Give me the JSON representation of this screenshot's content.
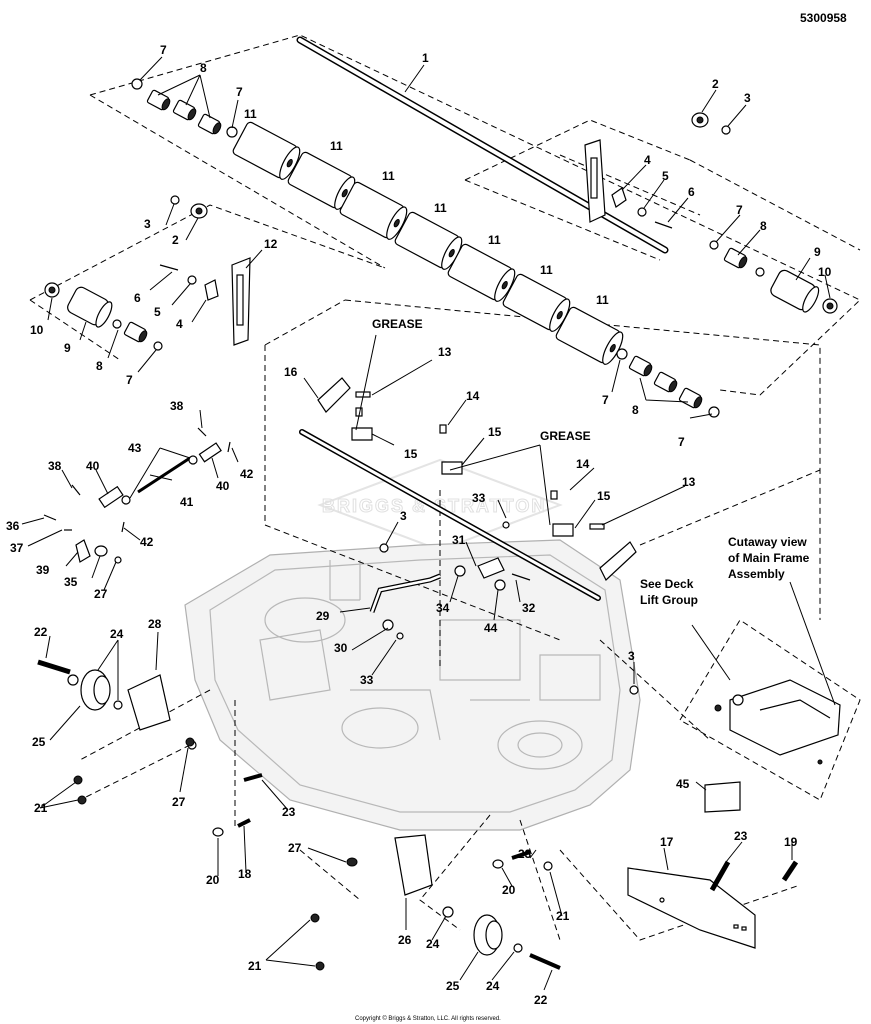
{
  "document": {
    "number": "5300958",
    "copyright": "Copyright © Briggs & Stratton, LLC. All rights reserved.",
    "watermark": "BRIGGS & STRATTON"
  },
  "notes": {
    "grease_1": "GREASE",
    "grease_2": "GREASE",
    "see_deck_line1": "See Deck",
    "see_deck_line2": "Lift Group",
    "cutaway_line1": "Cutaway view",
    "cutaway_line2": "of Main Frame",
    "cutaway_line3": "Assembly"
  },
  "callouts": [
    {
      "id": "c-1",
      "text": "1"
    },
    {
      "id": "c-2a",
      "text": "2"
    },
    {
      "id": "c-3a",
      "text": "3"
    },
    {
      "id": "c-4a",
      "text": "4"
    },
    {
      "id": "c-5a",
      "text": "5"
    },
    {
      "id": "c-6a",
      "text": "6"
    },
    {
      "id": "c-7a",
      "text": "7"
    },
    {
      "id": "c-8a",
      "text": "8"
    },
    {
      "id": "c-7b",
      "text": "7"
    },
    {
      "id": "c-11a",
      "text": "11"
    },
    {
      "id": "c-11b",
      "text": "11"
    },
    {
      "id": "c-11c",
      "text": "11"
    },
    {
      "id": "c-11d",
      "text": "11"
    },
    {
      "id": "c-11e",
      "text": "11"
    },
    {
      "id": "c-11f",
      "text": "11"
    },
    {
      "id": "c-11g",
      "text": "11"
    },
    {
      "id": "c-7c",
      "text": "7"
    },
    {
      "id": "c-8b",
      "text": "8"
    },
    {
      "id": "c-9a",
      "text": "9"
    },
    {
      "id": "c-10a",
      "text": "10"
    },
    {
      "id": "c-3b",
      "text": "3"
    },
    {
      "id": "c-2b",
      "text": "2"
    },
    {
      "id": "c-12",
      "text": "12"
    },
    {
      "id": "c-6b",
      "text": "6"
    },
    {
      "id": "c-5b",
      "text": "5"
    },
    {
      "id": "c-4b",
      "text": "4"
    },
    {
      "id": "c-10b",
      "text": "10"
    },
    {
      "id": "c-9b",
      "text": "9"
    },
    {
      "id": "c-8c",
      "text": "8"
    },
    {
      "id": "c-7d",
      "text": "7"
    },
    {
      "id": "c-7e",
      "text": "7"
    },
    {
      "id": "c-8d",
      "text": "8"
    },
    {
      "id": "c-7f",
      "text": "7"
    },
    {
      "id": "c-13a",
      "text": "13"
    },
    {
      "id": "c-16",
      "text": "16"
    },
    {
      "id": "c-14a",
      "text": "14"
    },
    {
      "id": "c-15a",
      "text": "15"
    },
    {
      "id": "c-15b",
      "text": "15"
    },
    {
      "id": "c-14b",
      "text": "14"
    },
    {
      "id": "c-15c",
      "text": "15"
    },
    {
      "id": "c-13b",
      "text": "13"
    },
    {
      "id": "c-33a",
      "text": "33"
    },
    {
      "id": "c-38a",
      "text": "38"
    },
    {
      "id": "c-43",
      "text": "43"
    },
    {
      "id": "c-40a",
      "text": "40"
    },
    {
      "id": "c-42a",
      "text": "42"
    },
    {
      "id": "c-38b",
      "text": "38"
    },
    {
      "id": "c-40b",
      "text": "40"
    },
    {
      "id": "c-41",
      "text": "41"
    },
    {
      "id": "c-36",
      "text": "36"
    },
    {
      "id": "c-37",
      "text": "37"
    },
    {
      "id": "c-42b",
      "text": "42"
    },
    {
      "id": "c-39",
      "text": "39"
    },
    {
      "id": "c-35",
      "text": "35"
    },
    {
      "id": "c-27a",
      "text": "27"
    },
    {
      "id": "c-3c",
      "text": "3"
    },
    {
      "id": "c-31",
      "text": "31"
    },
    {
      "id": "c-29",
      "text": "29"
    },
    {
      "id": "c-34",
      "text": "34"
    },
    {
      "id": "c-32",
      "text": "32"
    },
    {
      "id": "c-44",
      "text": "44"
    },
    {
      "id": "c-30",
      "text": "30"
    },
    {
      "id": "c-33b",
      "text": "33"
    },
    {
      "id": "c-3d",
      "text": "3"
    },
    {
      "id": "c-22a",
      "text": "22"
    },
    {
      "id": "c-24a",
      "text": "24"
    },
    {
      "id": "c-28",
      "text": "28"
    },
    {
      "id": "c-25a",
      "text": "25"
    },
    {
      "id": "c-27b",
      "text": "27"
    },
    {
      "id": "c-21a",
      "text": "21"
    },
    {
      "id": "c-23a",
      "text": "23"
    },
    {
      "id": "c-20a",
      "text": "20"
    },
    {
      "id": "c-18",
      "text": "18"
    },
    {
      "id": "c-45",
      "text": "45"
    },
    {
      "id": "c-17",
      "text": "17"
    },
    {
      "id": "c-23b",
      "text": "23"
    },
    {
      "id": "c-19",
      "text": "19"
    },
    {
      "id": "c-27c",
      "text": "27"
    },
    {
      "id": "c-23c",
      "text": "23"
    },
    {
      "id": "c-20b",
      "text": "20"
    },
    {
      "id": "c-21b",
      "text": "21"
    },
    {
      "id": "c-26",
      "text": "26"
    },
    {
      "id": "c-24b",
      "text": "24"
    },
    {
      "id": "c-21c",
      "text": "21"
    },
    {
      "id": "c-25b",
      "text": "25"
    },
    {
      "id": "c-24c",
      "text": "24"
    },
    {
      "id": "c-22b",
      "text": "22"
    }
  ]
}
